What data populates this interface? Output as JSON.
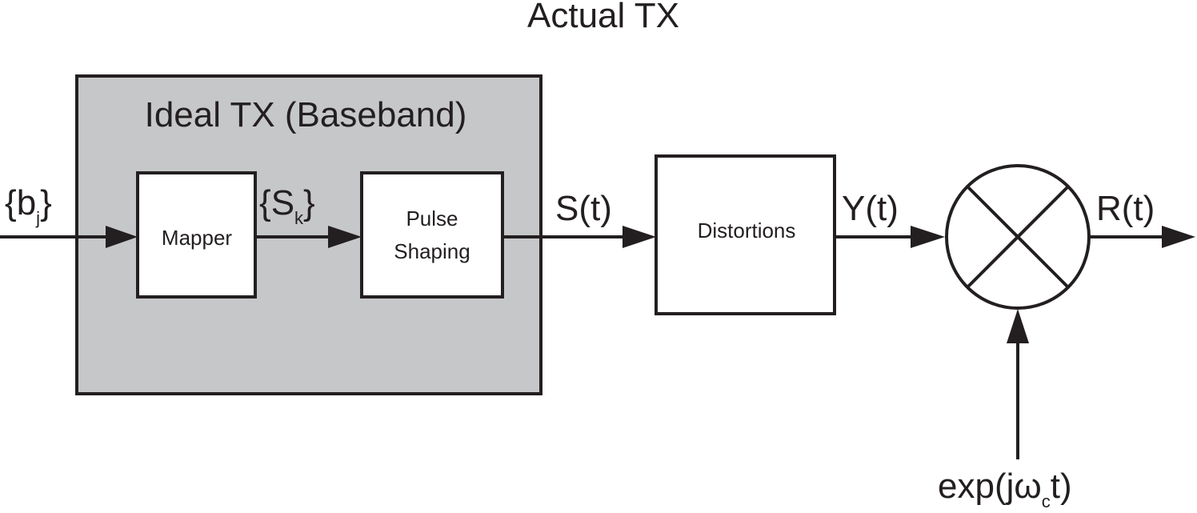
{
  "title": "Actual TX",
  "ideal_tx_label": "Ideal TX (Baseband)",
  "blocks": {
    "mapper": "Mapper",
    "pulse_shaping_line1": "Pulse",
    "pulse_shaping_line2": "Shaping",
    "distortions": "Distortions"
  },
  "signals": {
    "input_open": "{b",
    "input_sub": "j",
    "input_close": "}",
    "symbols_open": "{S",
    "symbols_sub": "k",
    "symbols_close": "}",
    "s_t": "S(t)",
    "y_t": "Y(t)",
    "r_t": "R(t)",
    "carrier_pre": "exp(jω",
    "carrier_sub": "c",
    "carrier_post": "t)"
  },
  "colors": {
    "ideal_tx_fill": "#c6c7c9",
    "stroke": "#231f20",
    "block_fill": "#ffffff"
  },
  "icons": {
    "mixer": "multiplier-circle-icon"
  }
}
